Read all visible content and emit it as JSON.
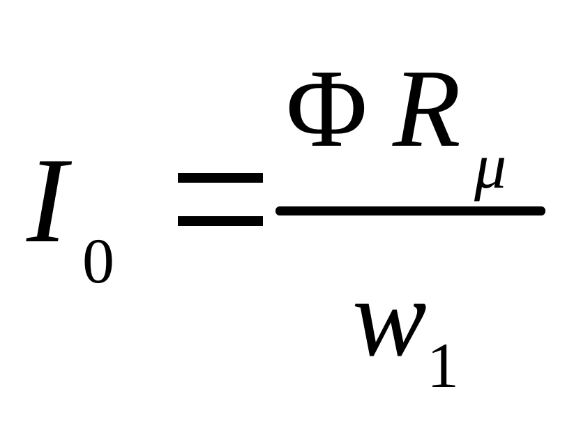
{
  "formula": {
    "lhs": "I",
    "lhs_sub": "0",
    "equals": "=",
    "num_phi": "Φ",
    "num_var": "R",
    "num_sub": "μ",
    "den_var": "w",
    "den_sub": "1"
  }
}
